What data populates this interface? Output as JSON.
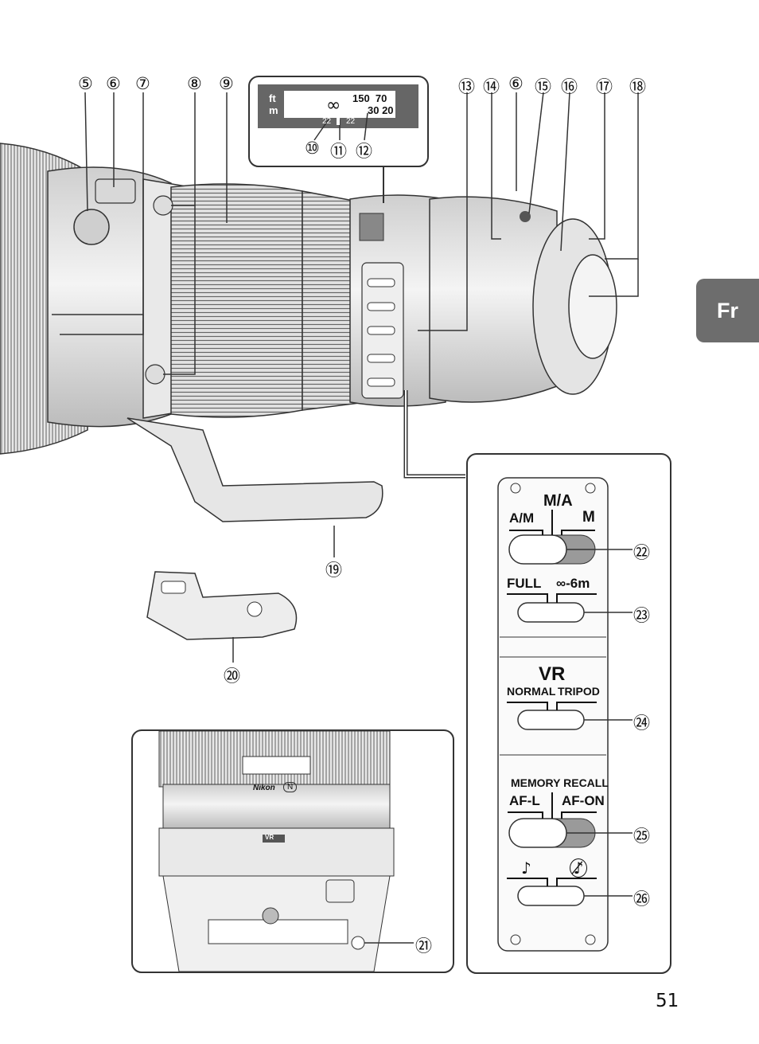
{
  "language_tab": "Fr",
  "page_number": "51",
  "callouts_top": [
    "⑤",
    "⑥",
    "⑦",
    "⑧",
    "⑨",
    "⑬",
    "⑭",
    "⑥",
    "⑮",
    "⑯",
    "⑰",
    "⑱"
  ],
  "distance_window": {
    "unit_ft": "ft",
    "unit_m": "m",
    "ft_values": "150  70",
    "m_values": "30 20",
    "infinity": "∞",
    "dof_left": "22",
    "dof_right": "22",
    "callouts": [
      "⑩",
      "⑪",
      "⑫"
    ]
  },
  "callouts_bottom": {
    "c19": "⑲",
    "c20": "⑳",
    "c21": "㉑"
  },
  "switch_panel": {
    "focus_mode": {
      "center": "M/A",
      "left": "A/M",
      "right": "M",
      "callout": "㉒"
    },
    "focus_limit": {
      "left": "FULL",
      "right": "∞-6m",
      "callout": "㉓"
    },
    "vr": {
      "title": "VR",
      "left": "NORMAL",
      "right": "TRIPOD",
      "callout": "㉔"
    },
    "memory": {
      "title": "MEMORY RECALL",
      "left": "AF-L",
      "right": "AF-ON",
      "callout": "㉕"
    },
    "sound": {
      "left": "♪",
      "right": "♪̸",
      "callout": "㉖"
    }
  },
  "lens_markings": {
    "brand": "Nikon",
    "n_badge": "N",
    "vr_badge": "VR"
  }
}
